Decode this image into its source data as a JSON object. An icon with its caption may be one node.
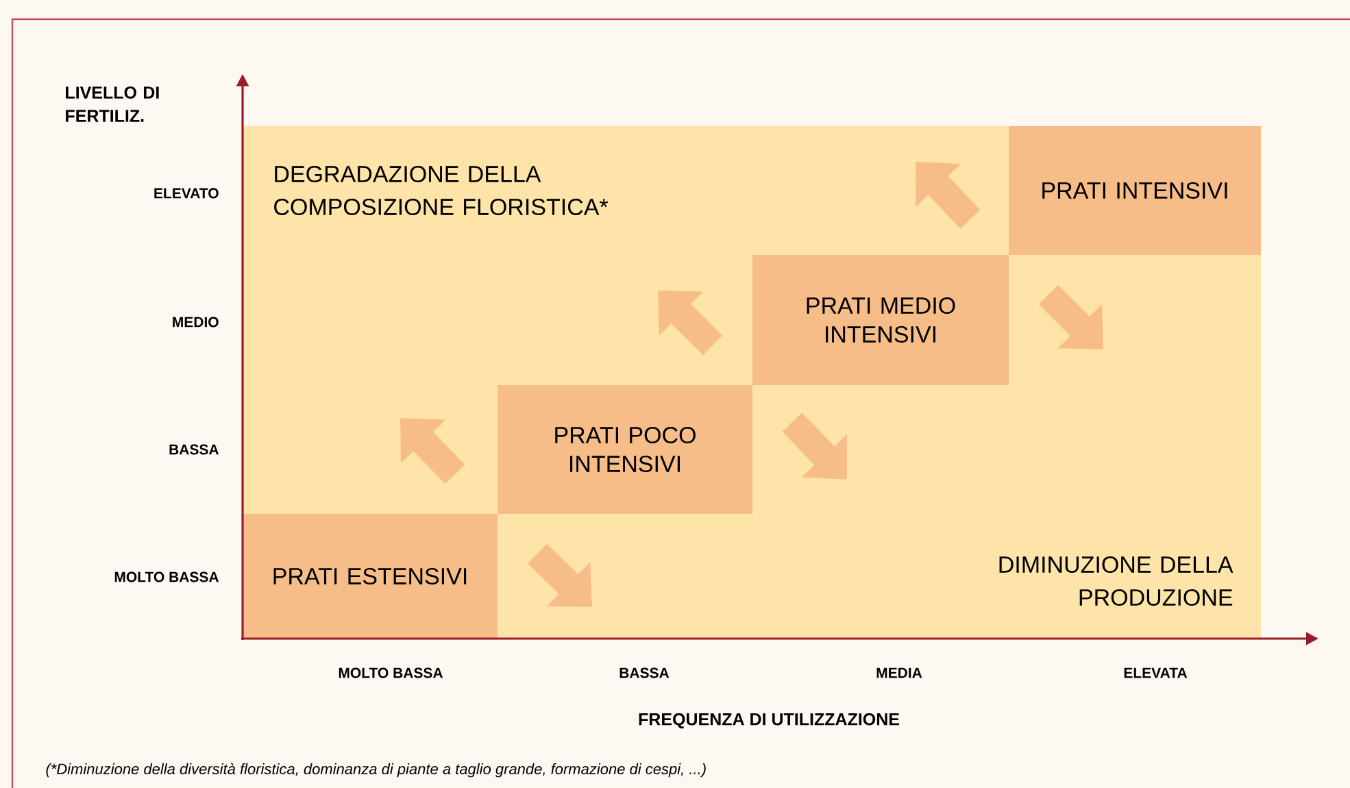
{
  "diagram": {
    "nodes": [
      {
        "text": [
          "PRATI ESTENSIVI"
        ]
      },
      {
        "text": [
          "PRATI POCO INTENSIVI"
        ]
      },
      {
        "text": [
          "PRATI MEDIO INTENSIVI"
        ]
      },
      {
        "text": [
          "PRATI INTENSIVI"
        ]
      }
    ],
    "labels": [
      "LIVELLO DI FERTILIZ.",
      "ELEVATO",
      "MEDIO",
      "BASSA",
      "MOLTO BASSA",
      "DEGRADAZIONE DELLA COMPOSIZIONE FLORISTICA*",
      "DIMINUZIONE DELLA PRODUZIONE",
      "MOLTO BASSA",
      "BASSA",
      "MEDIA",
      "ELEVATA",
      "FREQUENZA DI UTILIZZAZIONE",
      "(*Diminuzione della diversità floristica, dominanza di piante a taglio grande, formazione di cespi, ...)"
    ]
  }
}
